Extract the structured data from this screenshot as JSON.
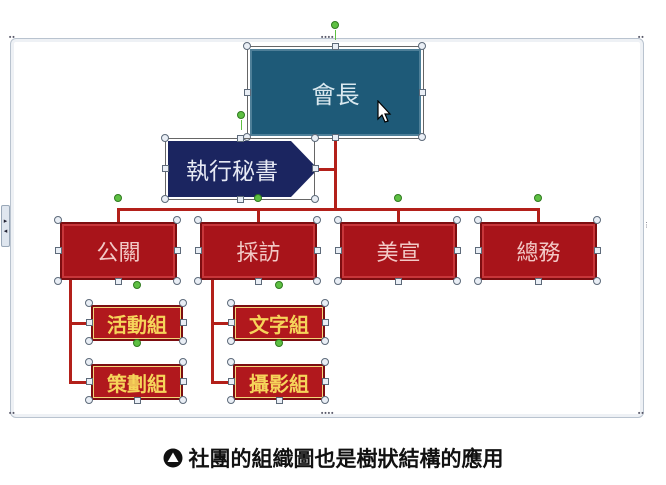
{
  "org_chart": {
    "president": "會長",
    "secretary": "執行秘書",
    "departments": [
      "公關",
      "採訪",
      "美宣",
      "總務"
    ],
    "pr_groups": [
      "活動組",
      "策劃組"
    ],
    "interview_groups": [
      "文字組",
      "攝影組"
    ]
  },
  "side_handle": {
    "arrow_right": "▸",
    "arrow_left": "◂"
  },
  "caption": {
    "text": "社團的組織圖也是樹狀結構的應用"
  },
  "colors": {
    "president": "#1e5a78",
    "secretary": "#1b2560",
    "department": "#a8141a",
    "group_text": "#f6d45a",
    "connector": "#b3201a",
    "rotate_handle": "#5ec043"
  }
}
